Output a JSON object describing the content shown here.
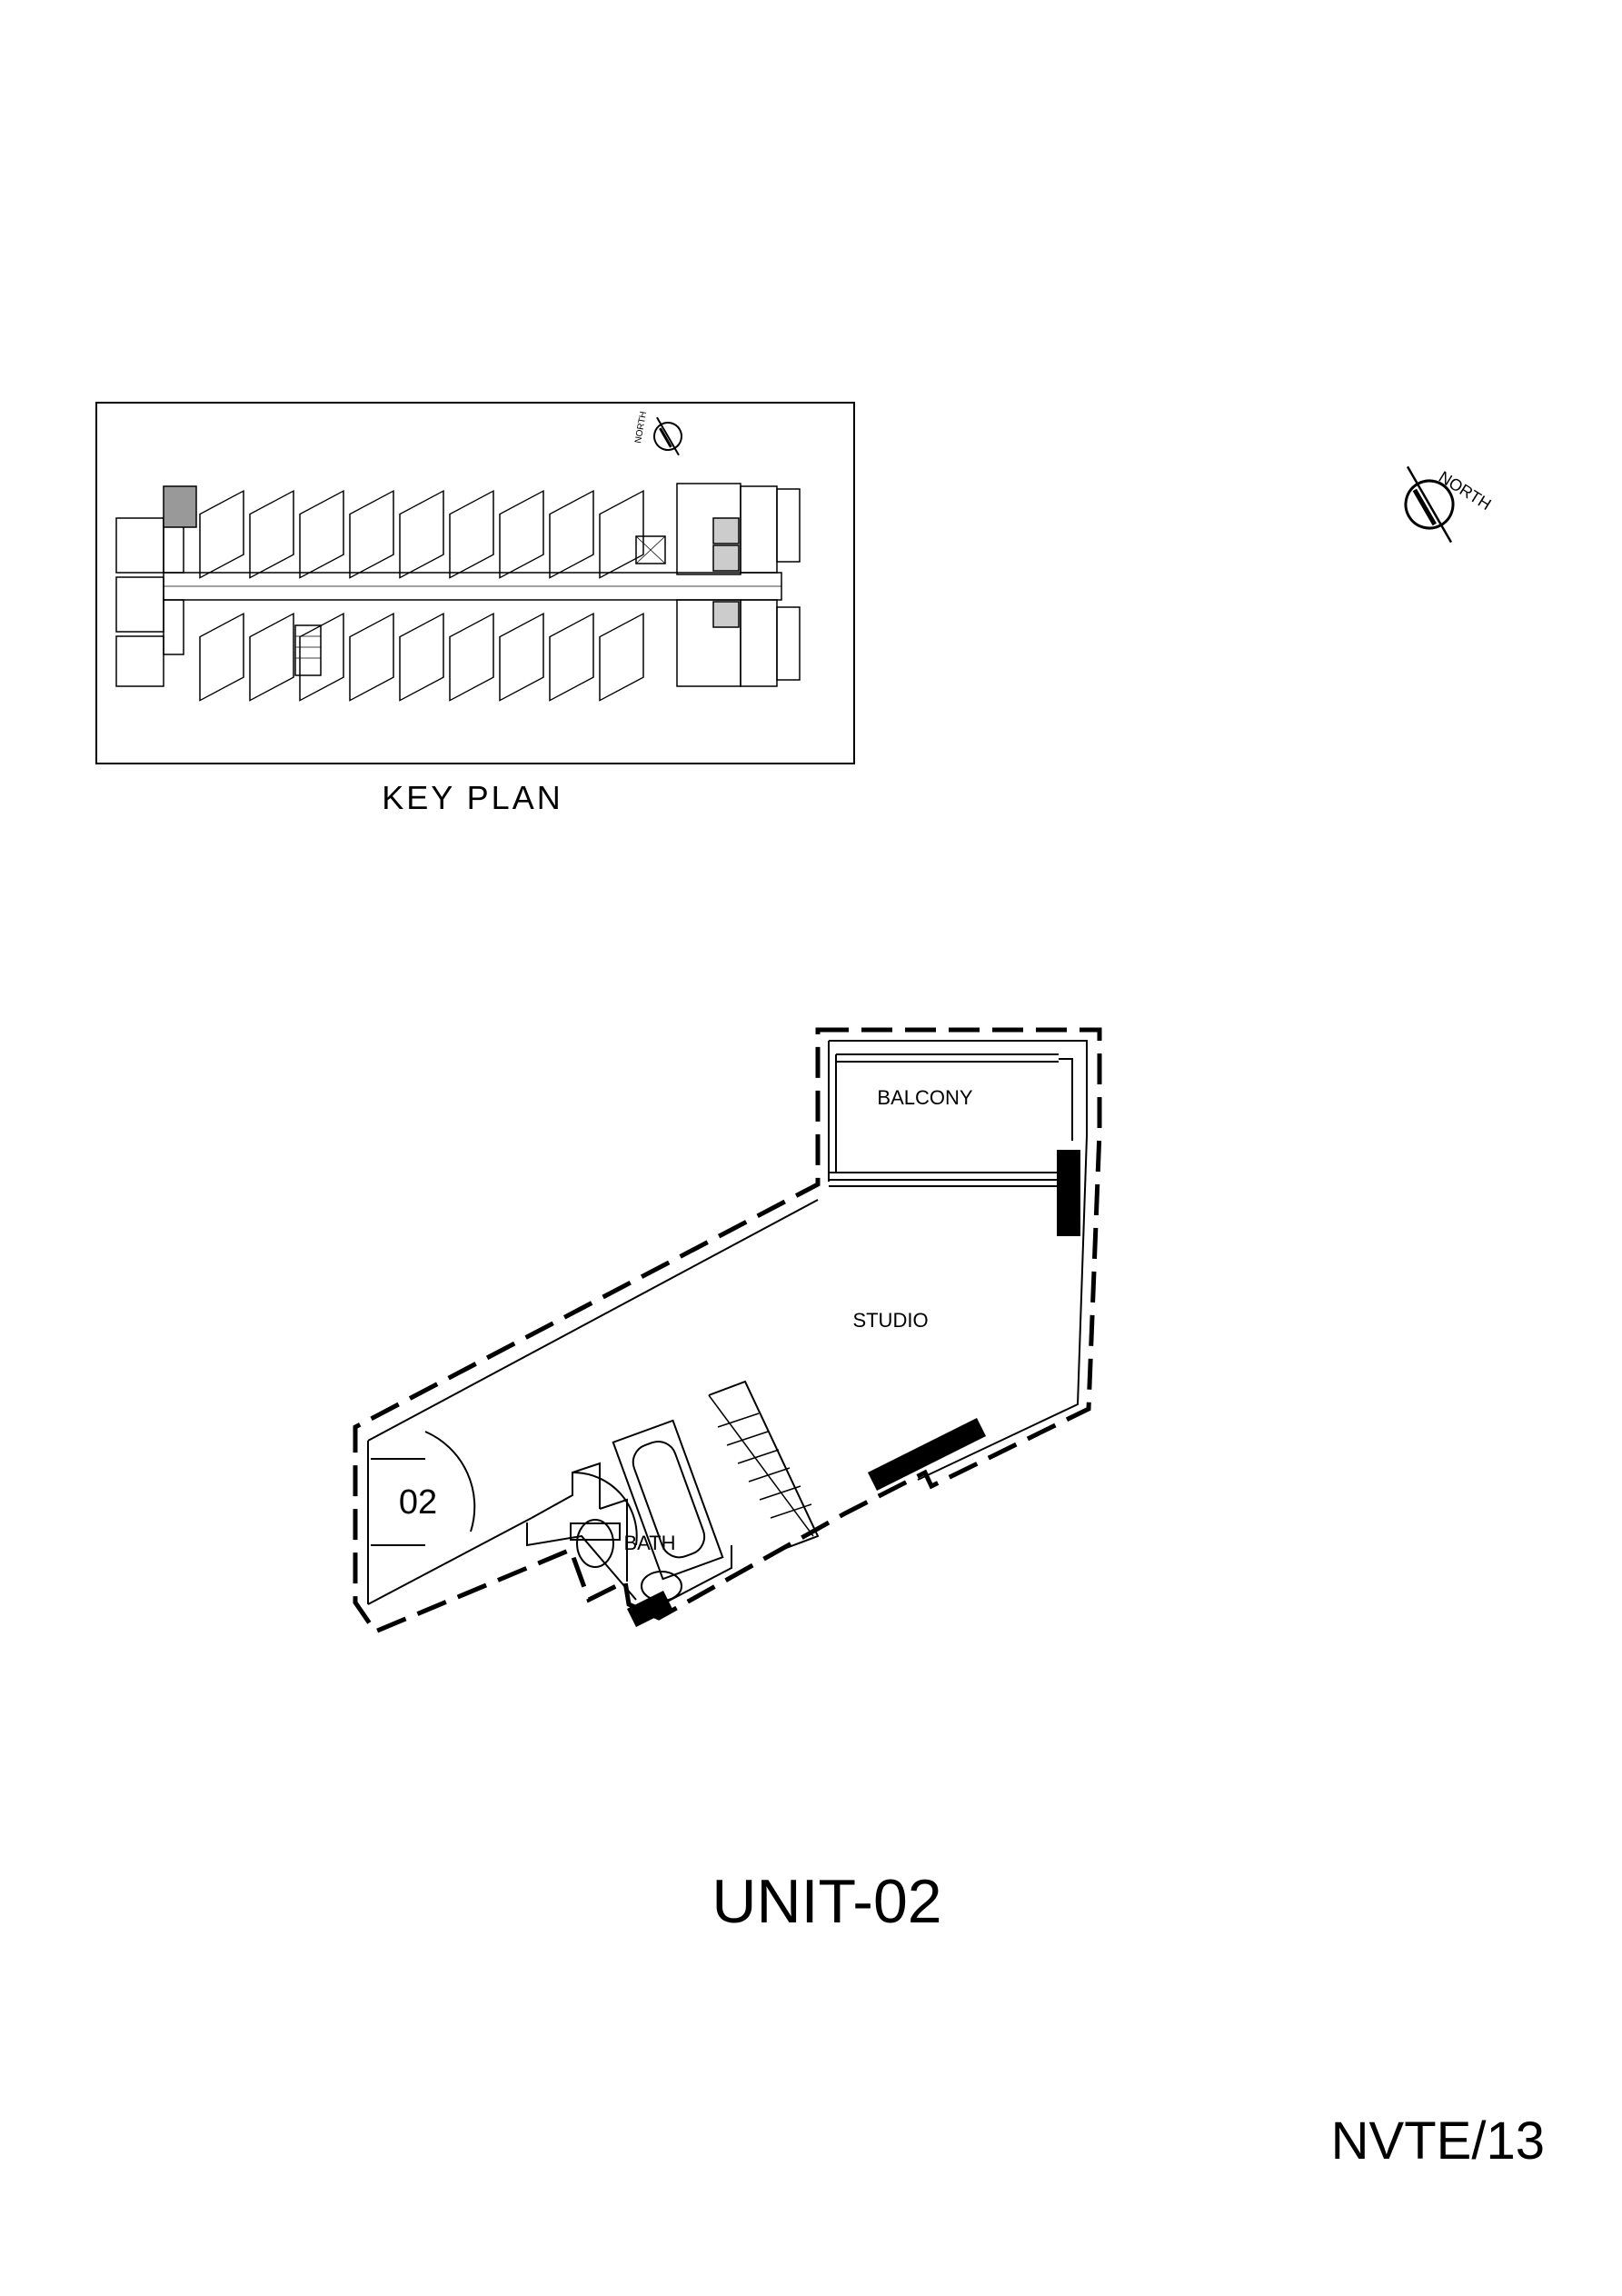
{
  "key_plan": {
    "caption": "KEY PLAN",
    "north_label": "NORTH"
  },
  "compass": {
    "label": "NORTH"
  },
  "unit_plan": {
    "rooms": {
      "balcony": "BALCONY",
      "studio": "STUDIO",
      "bath": "BATH"
    },
    "unit_number": "02"
  },
  "unit_title": "UNIT-02",
  "sheet_id": "NVTE/13"
}
